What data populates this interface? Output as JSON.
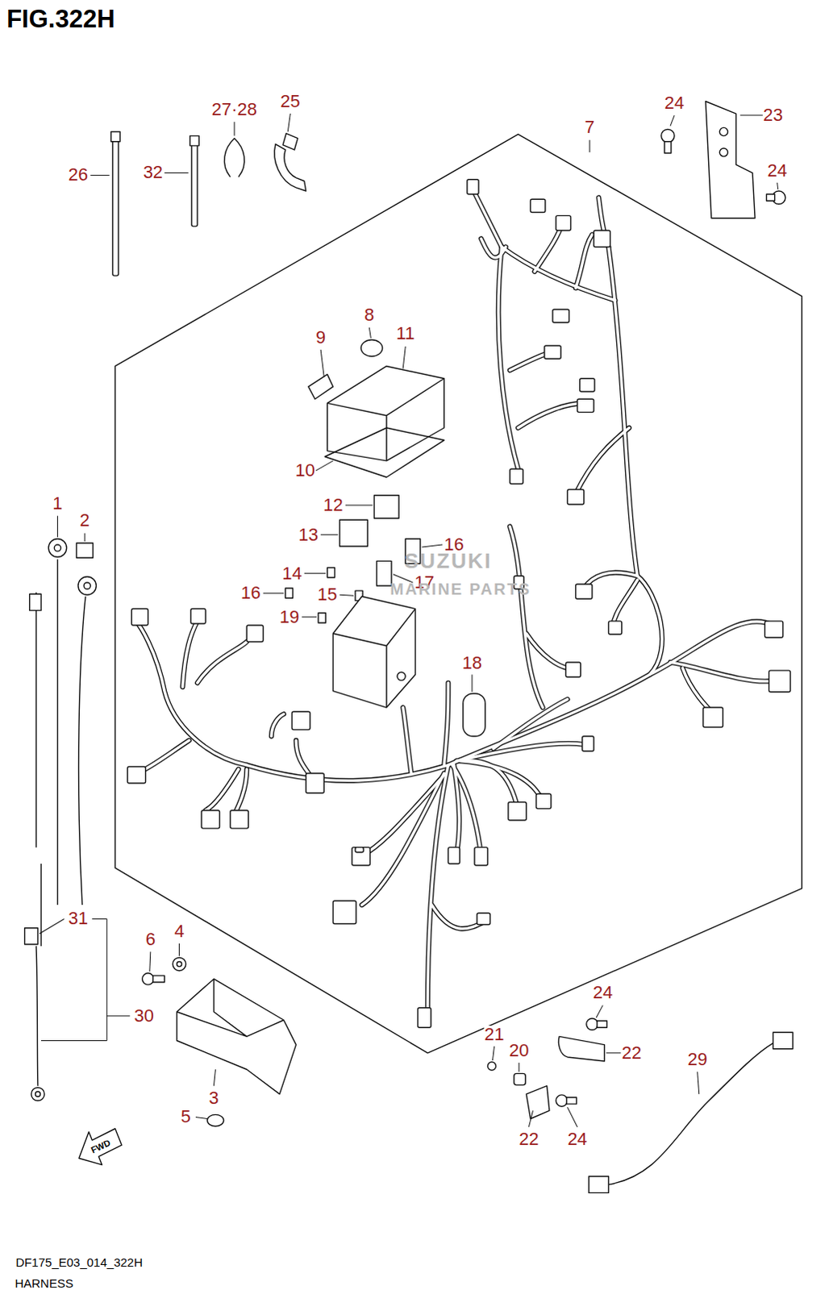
{
  "diagram": {
    "title": "FIG.322H",
    "caption": "HARNESS",
    "labels": [
      "27·28",
      "25",
      "24",
      "23",
      "7",
      "26",
      "32",
      "24",
      "8",
      "9",
      "11",
      "10",
      "12",
      "13",
      "16",
      "14",
      "17",
      "16",
      "15",
      "19",
      "18",
      "1",
      "2",
      "31",
      "6",
      "4",
      "30",
      "3",
      "5",
      "24",
      "21",
      "20",
      "22",
      "29",
      "22",
      "24",
      "FWD",
      "SUZUKI",
      "MARINE PARTS",
      "DF175_E03_014_322H"
    ]
  }
}
